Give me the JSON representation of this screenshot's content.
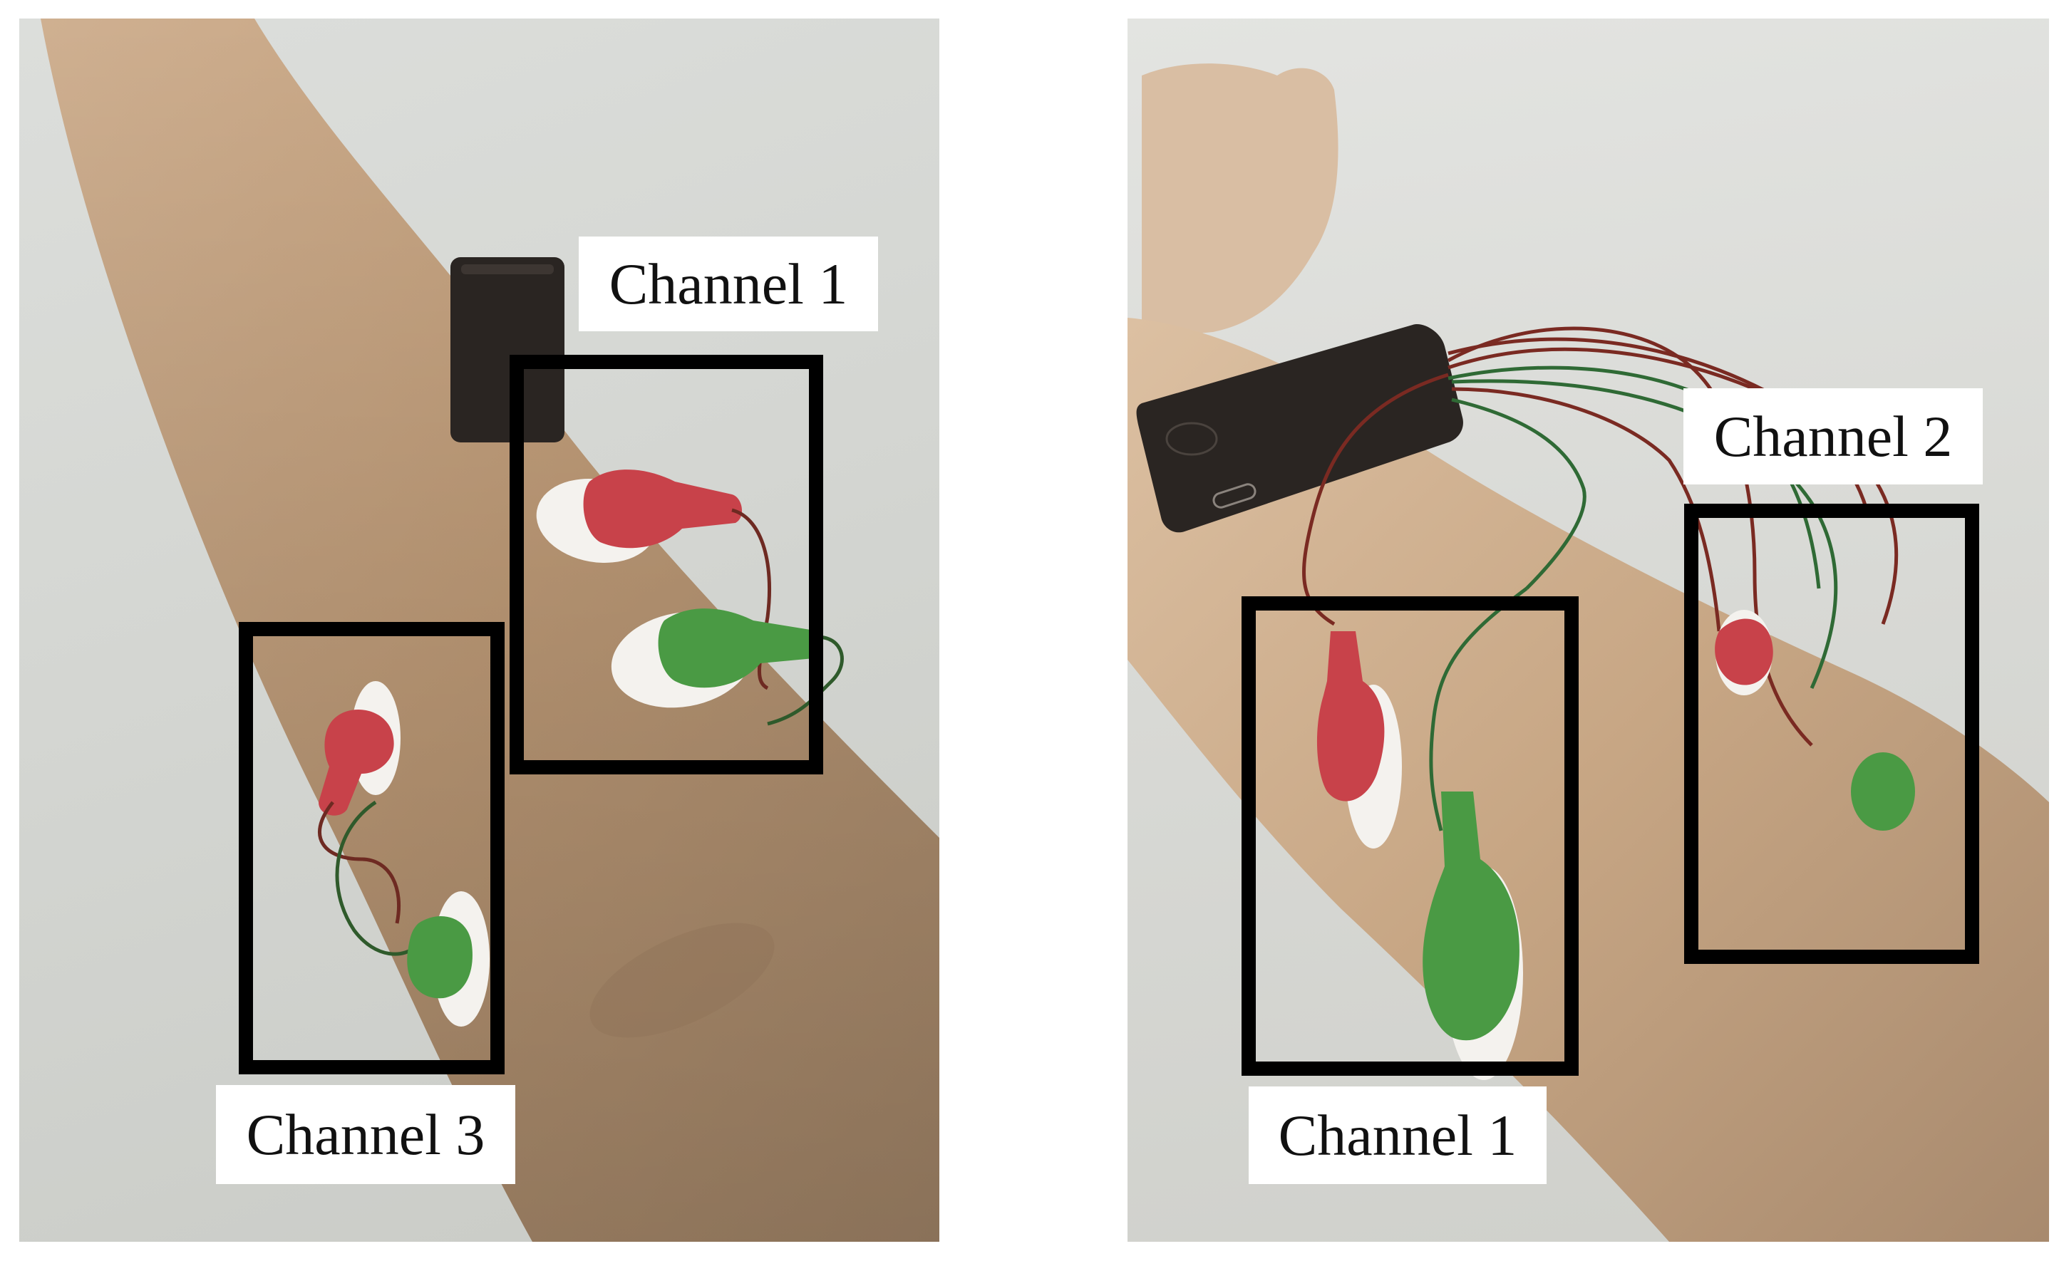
{
  "figure": {
    "panels": [
      {
        "id": "left",
        "description": "Forearm (inner side) with EMG device and two electrode pairs",
        "labels": [
          {
            "text": "Channel 1",
            "box": "upper electrode pair (red + green)"
          },
          {
            "text": "Channel 3",
            "box": "lower electrode pair (red + green)"
          }
        ]
      },
      {
        "id": "right",
        "description": "Forearm with clenched fist, wrist-worn EMG device with wires to electrode pairs",
        "labels": [
          {
            "text": "Channel 2",
            "box": "right electrode pair (red + green)"
          },
          {
            "text": "Channel 1",
            "box": "left electrode pair (red + green)"
          }
        ]
      }
    ]
  },
  "labels": {
    "left_ch1": "Channel 1",
    "left_ch3": "Channel 3",
    "right_ch2": "Channel 2",
    "right_ch1": "Channel 1"
  },
  "colors": {
    "electrode_red": "#c8424a",
    "electrode_green": "#4a9a44",
    "skin": "#c4a07a",
    "background": "#d4d6d2",
    "device": "#2a2522",
    "box_border": "#000000",
    "label_bg": "#ffffff"
  }
}
